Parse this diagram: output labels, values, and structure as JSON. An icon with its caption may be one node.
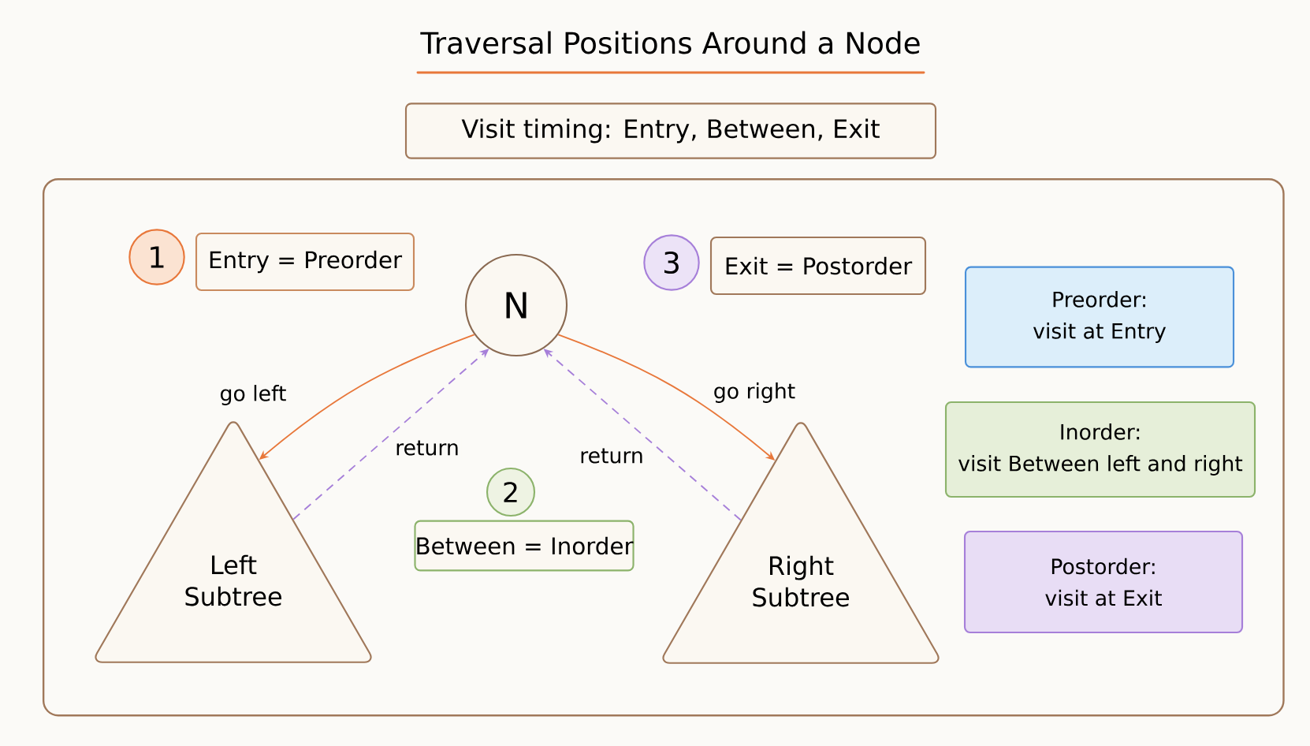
{
  "diagram": {
    "title": "Traversal Positions Around a Node",
    "nodes": [
      {
        "text": [
          "Visit timing: Entry, Between, Exit"
        ]
      },
      {
        "text": [],
        "shape": "box"
      },
      {
        "text": [
          "1"
        ],
        "in": 1
      },
      {
        "text": [
          "Entry = Preorder"
        ],
        "in": 1
      },
      {
        "text": [
          "N"
        ],
        "in": 1
      },
      {
        "text": [
          "3"
        ],
        "in": 1
      },
      {
        "text": [
          "Exit = Postorder"
        ],
        "in": 1
      },
      {
        "text": [
          "Preorder:",
          "visit at Entry"
        ],
        "in": 1
      },
      {
        "text": [
          "Inorder:",
          "visit Between left and right"
        ],
        "in": 1
      },
      {
        "text": [
          "Left Subtree"
        ],
        "in": 1
      },
      {
        "text": [
          "2"
        ],
        "in": 1
      },
      {
        "text": [
          "Between = Inorder"
        ],
        "in": 1
      },
      {
        "text": [
          "Right Subtree"
        ],
        "in": 1
      },
      {
        "text": [
          "Postorder:",
          "visit at Exit"
        ],
        "in": 1
      }
    ],
    "edges": [
      {
        "from": 4,
        "to": 9,
        "arrow": "to",
        "label": "go left",
        "color": "#e8773a"
      },
      {
        "from": 9,
        "to": 4,
        "arrow": "to",
        "label": "return",
        "style": "dashed",
        "color": "#a67fd9"
      },
      {
        "from": 12,
        "to": 4,
        "arrow": "to",
        "label": "return",
        "style": "dashed",
        "color": "#a67fd9"
      },
      {
        "from": 4,
        "to": 12,
        "arrow": "to",
        "label": "go right",
        "color": "#e8773a"
      }
    ]
  }
}
